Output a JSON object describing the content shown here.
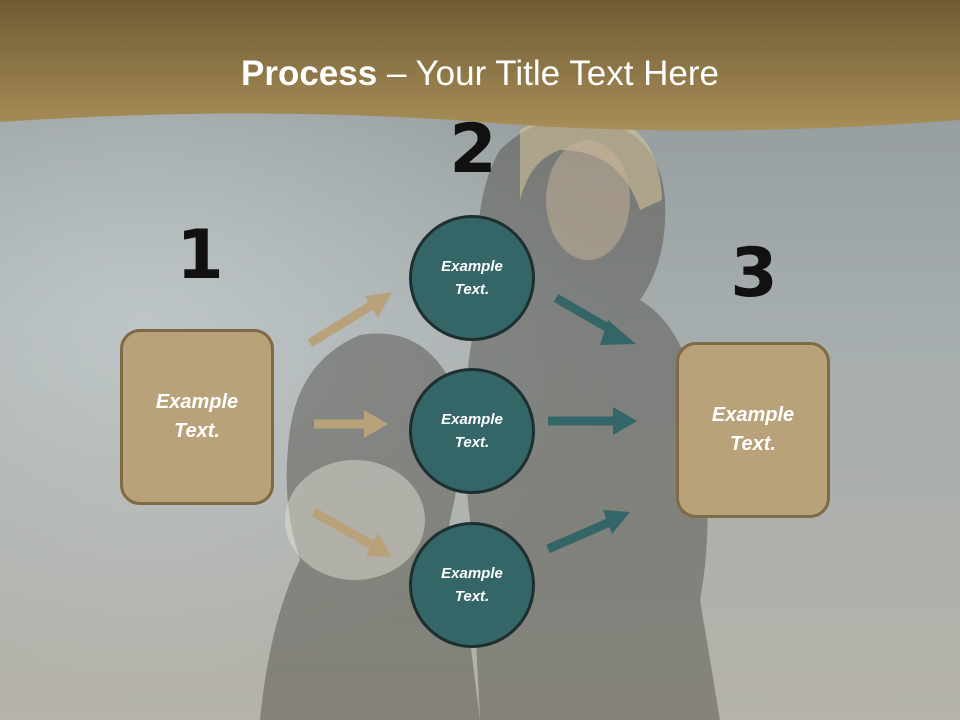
{
  "slide": {
    "title_bold": "Process",
    "title_rest": " – Your Title Text Here",
    "colors": {
      "header_band": "#9e8550",
      "box_fill": "#b9a27a",
      "box_border": "#7e6a45",
      "circle_fill": "#346567",
      "circle_border": "#1e2f2f",
      "arrow_tan": "#b9a27a",
      "arrow_teal": "#346567"
    }
  },
  "steps": {
    "num1": "1",
    "num2": "2",
    "num3": "3"
  },
  "nodes": {
    "left_box": "Example Text.",
    "circle_top": "Example Text.",
    "circle_middle": "Example Text.",
    "circle_bottom": "Example Text.",
    "right_box": "Example Text."
  }
}
